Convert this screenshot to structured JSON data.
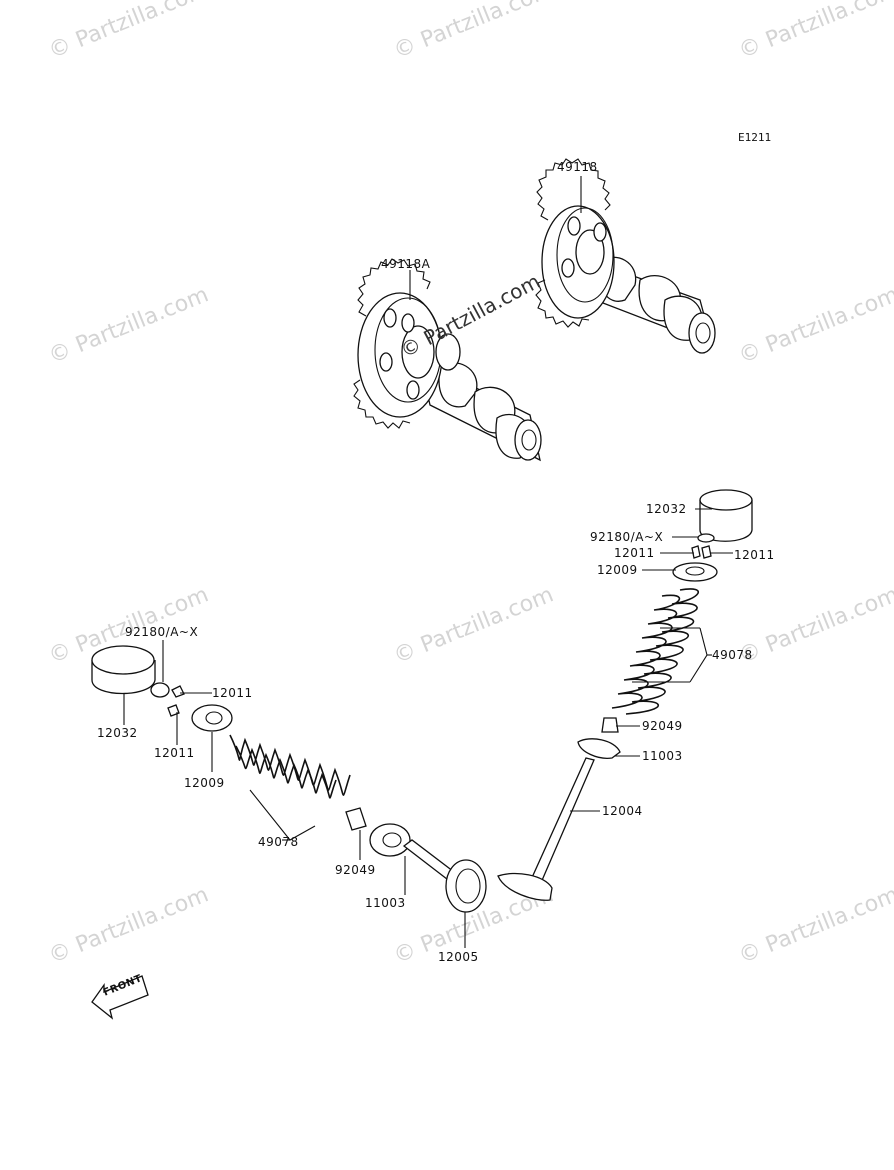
{
  "diagram_code": "E1211",
  "watermark": "© Partzilla.com",
  "center_watermark": "© Partzilla.com",
  "front_label": "FRONT",
  "labels": {
    "l49118": "49118",
    "l49118a": "49118A",
    "r12032": "12032",
    "r92180": "92180/A~X",
    "r12011a": "12011",
    "r12011b": "12011",
    "r12009": "12009",
    "r49078": "49078",
    "r92049": "92049",
    "r11003": "11003",
    "r12004": "12004",
    "f92180": "92180/A~X",
    "f12011a": "12011",
    "f12032": "12032",
    "f12011b": "12011",
    "f12009": "12009",
    "f49078": "49078",
    "f92049": "92049",
    "f11003": "11003",
    "f12005": "12005"
  }
}
